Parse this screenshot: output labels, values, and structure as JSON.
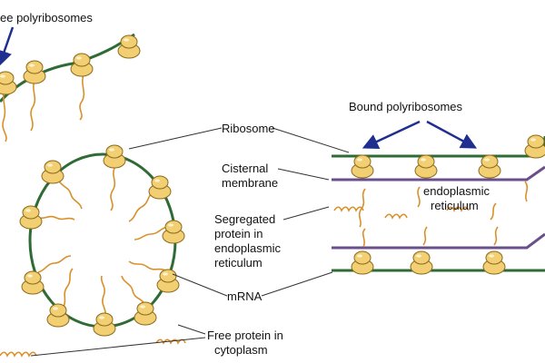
{
  "labels": {
    "free_polyribosomes": "ee polyribosomes",
    "bound_polyribosomes": "Bound polyribosomes",
    "ribosome": "Ribosome",
    "cisternal_1": "Cisternal",
    "cisternal_2": "membrane",
    "segregated_1": "Segregated",
    "segregated_2": "protein in",
    "segregated_3": "endoplasmic",
    "segregated_4": "reticulum",
    "er_1": "endoplasmic",
    "er_2": "reticulum",
    "mrna": "mRNA",
    "free_protein_1": "Free protein in",
    "free_protein_2": "cytoplasm"
  },
  "colors": {
    "ribosome_fill": "#f3cf73",
    "ribosome_stroke": "#8a6a1c",
    "mrna": "#2f6b35",
    "protein": "#d9902b",
    "membrane": "#6a4f8c",
    "arrow": "#1f2e8f",
    "leader": "#333333"
  }
}
